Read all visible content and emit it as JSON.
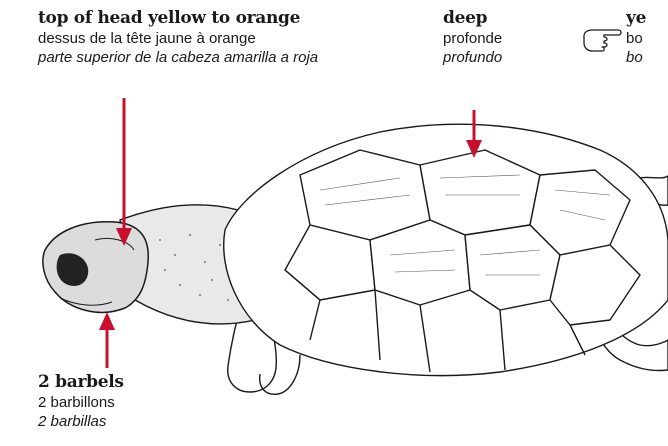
{
  "labels": {
    "head": {
      "en": "top of head yellow to orange",
      "fr": "dessus de la tête jaune à orange",
      "es": "parte superior de la cabeza amarilla a roja"
    },
    "shell": {
      "en": "deep",
      "fr": "profonde",
      "es": "profundo"
    },
    "cropped": {
      "en": "ye",
      "fr": "bo",
      "es": "bo"
    },
    "barbels": {
      "en": "2 barbels",
      "fr": "2 barbillons",
      "es": "2 barbillas"
    }
  },
  "icons": {
    "pointer": "pointing-hand-icon"
  },
  "colors": {
    "arrow": "#c8102e",
    "ink": "#1a1a1a"
  }
}
